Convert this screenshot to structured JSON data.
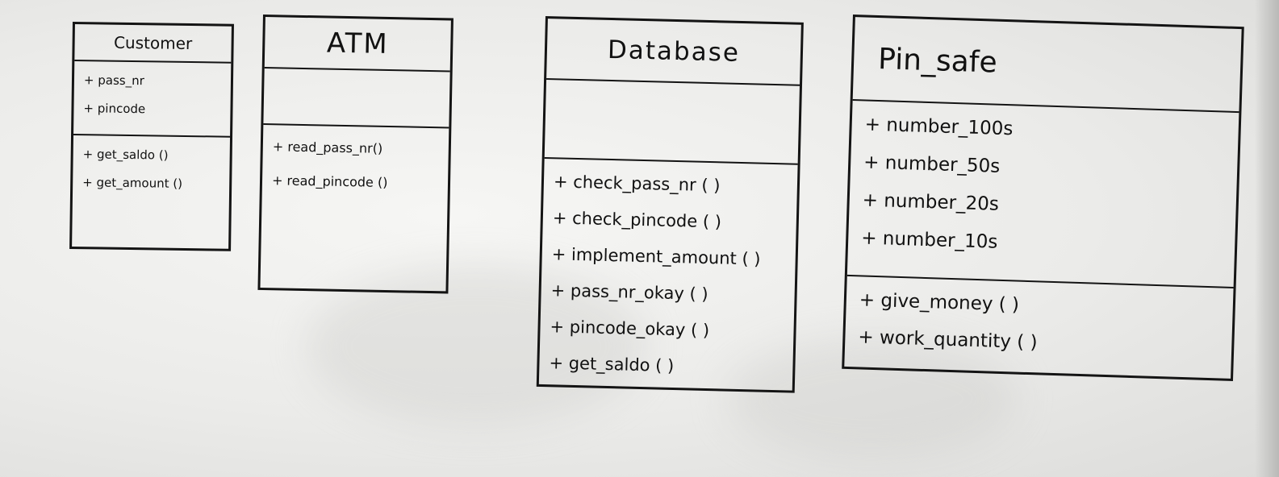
{
  "diagram": {
    "classes": [
      {
        "name": "Customer",
        "attributes": [
          "+ pass_nr",
          "+ pincode"
        ],
        "operations": [
          "+ get_saldo ()",
          "+ get_amount ()"
        ]
      },
      {
        "name": "ATM",
        "attributes": [],
        "operations": [
          "+ read_pass_nr()",
          "+ read_pincode ()"
        ]
      },
      {
        "name": "Database",
        "attributes": [],
        "operations": [
          "+ check_pass_nr ( )",
          "+ check_pincode ( )",
          "+ implement_amount ( )",
          "+ pass_nr_okay ( )",
          "+ pincode_okay ( )",
          "+ get_saldo ( )"
        ]
      },
      {
        "name": "Pin_safe",
        "attributes": [
          "+ number_100s",
          "+ number_50s",
          "+ number_20s",
          "+ number_10s"
        ],
        "operations": [
          "+ give_money ( )",
          "+ work_quantity ( )"
        ]
      }
    ]
  }
}
